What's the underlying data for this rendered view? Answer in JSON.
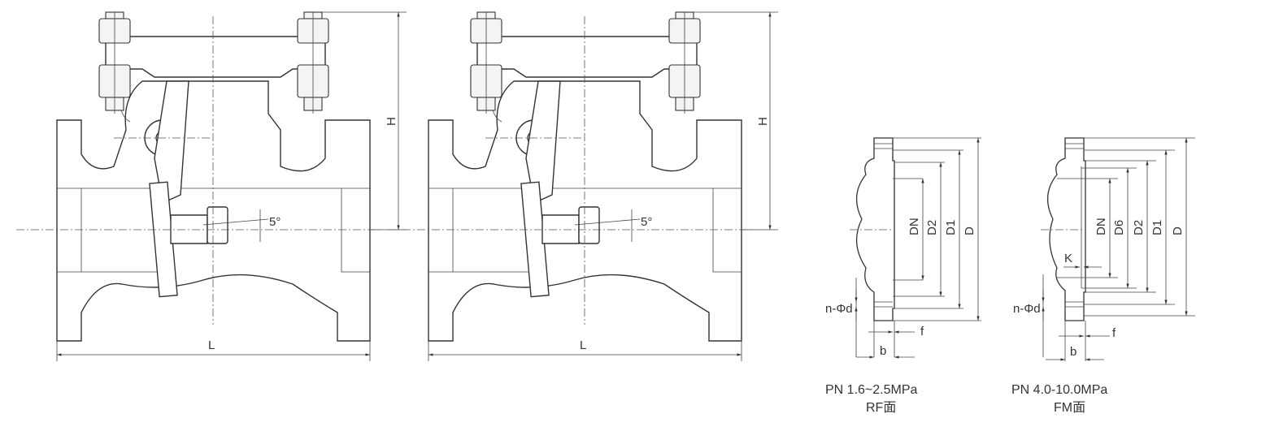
{
  "valve_views": [
    {
      "height_label": "H",
      "length_label": "L",
      "angle_label": "5°"
    },
    {
      "height_label": "H",
      "length_label": "L",
      "angle_label": "5°"
    }
  ],
  "flange_details": [
    {
      "dims": [
        "DN",
        "D2",
        "D1",
        "D"
      ],
      "hole_label": "n-Φd",
      "f_label": "f",
      "b_label": "b",
      "caption_pressure": "PN 1.6~2.5MPa",
      "caption_face": "RF面"
    },
    {
      "dims": [
        "DN",
        "D6",
        "D2",
        "D1",
        "D"
      ],
      "k_label": "K",
      "hole_label": "n-Φd",
      "f_label": "f",
      "b_label": "b",
      "caption_pressure": "PN 4.0-10.0MPa",
      "caption_face": "FM面"
    }
  ]
}
